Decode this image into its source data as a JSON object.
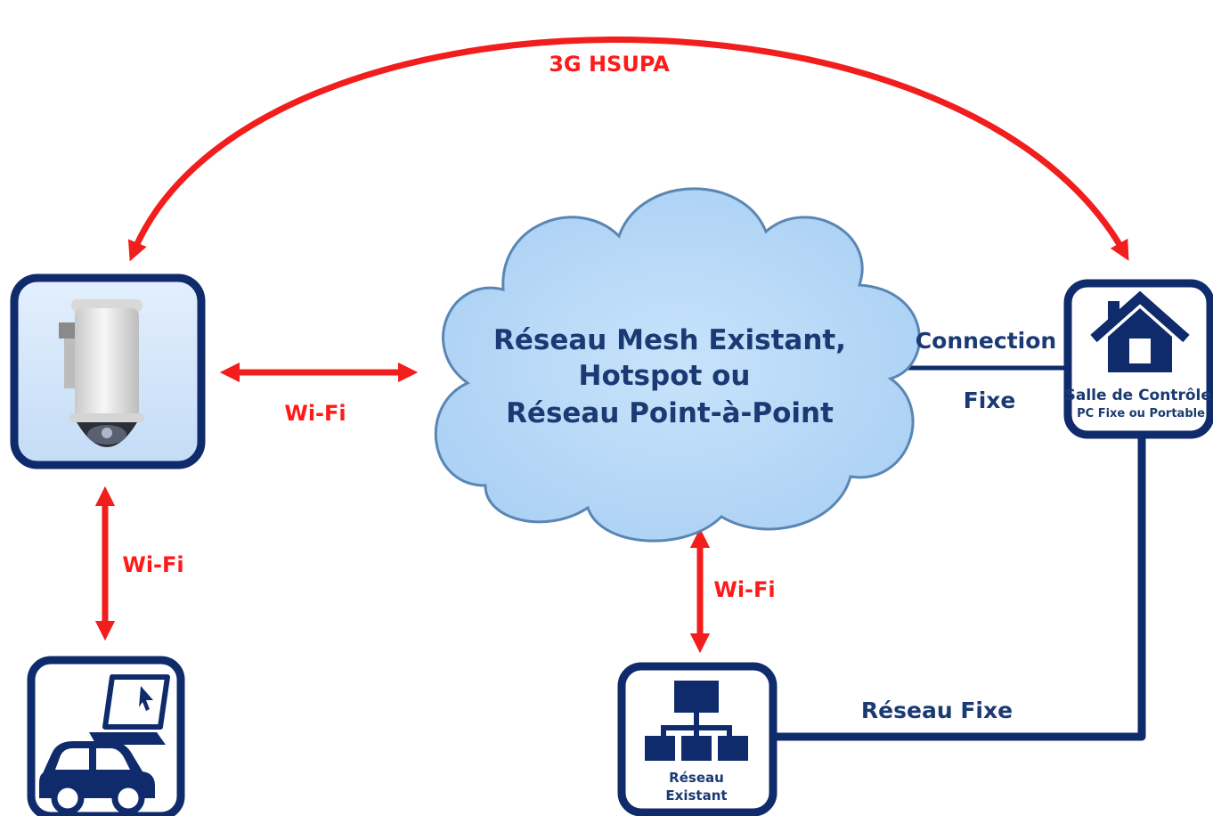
{
  "colors": {
    "navy": "#0f2b6b",
    "red": "#f21d1d",
    "cloud_fill": "#bcdcf8",
    "panel_bg": "#cfe4fb"
  },
  "links": {
    "hsupa": "3G HSUPA",
    "wifi_camera_cloud": "Wi-Fi",
    "wifi_camera_mobile": "Wi-Fi",
    "wifi_cloud_network": "Wi-Fi",
    "fixed_connection_line1": "Connection",
    "fixed_connection_line2": "Fixe",
    "fixed_network": "Réseau Fixe"
  },
  "cloud": {
    "line1": "Réseau Mesh Existant,",
    "line2": "Hotspot ou",
    "line3": "Réseau Point-à-Point"
  },
  "nodes": {
    "camera": {
      "icon": "ptz-camera-icon"
    },
    "control_room": {
      "icon": "house-icon",
      "line1": "Salle de Contrôle,",
      "line2": "PC Fixe ou Portable"
    },
    "mobile": {
      "icon": "car-laptop-icon"
    },
    "existing_network": {
      "icon": "network-tree-icon",
      "line1": "Réseau",
      "line2": "Existant"
    }
  }
}
